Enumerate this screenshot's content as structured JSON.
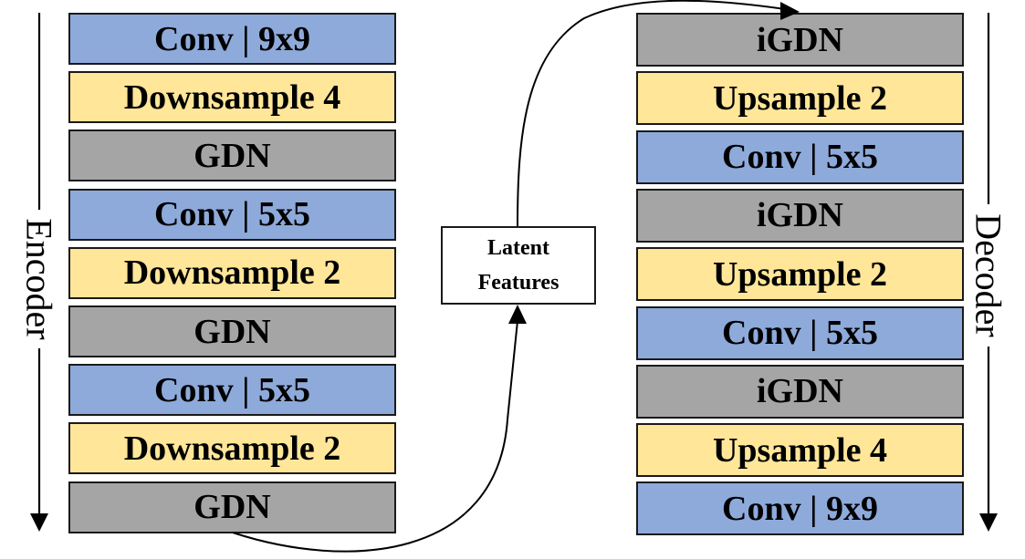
{
  "encoder": {
    "label": "Encoder",
    "layers": [
      {
        "text": "Conv | 9x9",
        "kind": "conv"
      },
      {
        "text": "Downsample 4",
        "kind": "sample"
      },
      {
        "text": "GDN",
        "kind": "gdn"
      },
      {
        "text": "Conv | 5x5",
        "kind": "conv"
      },
      {
        "text": "Downsample 2",
        "kind": "sample"
      },
      {
        "text": "GDN",
        "kind": "gdn"
      },
      {
        "text": "Conv | 5x5",
        "kind": "conv"
      },
      {
        "text": "Downsample 2",
        "kind": "sample"
      },
      {
        "text": "GDN",
        "kind": "gdn"
      }
    ]
  },
  "decoder": {
    "label": "Decoder",
    "layers": [
      {
        "text": "iGDN",
        "kind": "gdn"
      },
      {
        "text": "Upsample 2",
        "kind": "sample"
      },
      {
        "text": "Conv | 5x5",
        "kind": "conv"
      },
      {
        "text": "iGDN",
        "kind": "gdn"
      },
      {
        "text": "Upsample 2",
        "kind": "sample"
      },
      {
        "text": "Conv | 5x5",
        "kind": "conv"
      },
      {
        "text": "iGDN",
        "kind": "gdn"
      },
      {
        "text": "Upsample 4",
        "kind": "sample"
      },
      {
        "text": "Conv | 9x9",
        "kind": "conv"
      }
    ]
  },
  "latent": {
    "line1": "Latent",
    "line2": "Features"
  },
  "colors": {
    "conv": "#8eaadb",
    "sample": "#ffe699",
    "gdn": "#a5a5a5"
  }
}
